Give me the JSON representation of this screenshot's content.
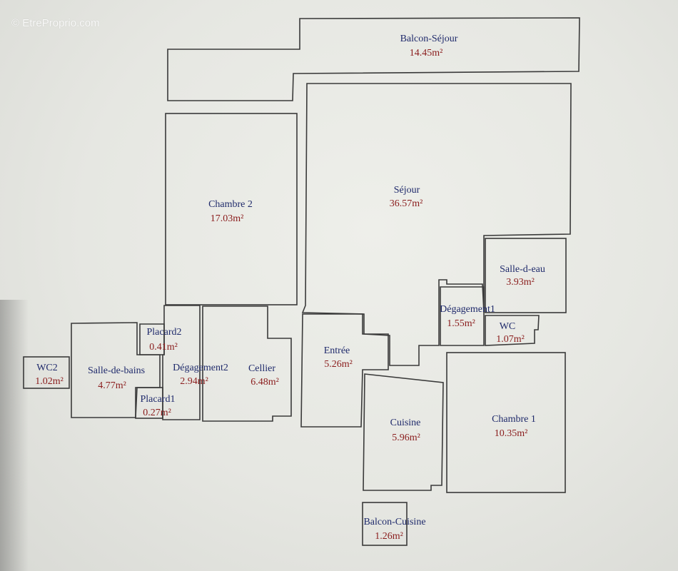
{
  "watermark": "© EtreProprio.com",
  "colors": {
    "background": "#e6e7e2",
    "wall": "#3a3a3a",
    "room_name": "#1f2a6b",
    "room_area": "#8a1c1c"
  },
  "rooms": {
    "balcon_sejour": {
      "name": "Balcon-Séjour",
      "area": "14.45m²"
    },
    "sejour": {
      "name": "Séjour",
      "area": "36.57m²"
    },
    "chambre2": {
      "name": "Chambre 2",
      "area": "17.03m²"
    },
    "salle_d_eau": {
      "name": "Salle-d-eau",
      "area": "3.93m²"
    },
    "degagement1": {
      "name": "Dégagement1",
      "area": "1.55m²"
    },
    "wc": {
      "name": "WC",
      "area": "1.07m²"
    },
    "placard2": {
      "name": "Placard2",
      "area": "0.41m²"
    },
    "wc2": {
      "name": "WC2",
      "area": "1.02m²"
    },
    "salle_de_bains": {
      "name": "Salle-de-bains",
      "area": "4.77m²"
    },
    "degagement2": {
      "name": "Dégagement2",
      "area": "2.94m²"
    },
    "cellier": {
      "name": "Cellier",
      "area": "6.48m²"
    },
    "entree": {
      "name": "Entrée",
      "area": "5.26m²"
    },
    "placard1": {
      "name": "Placard1",
      "area": "0.27m²"
    },
    "cuisine": {
      "name": "Cuisine",
      "area": "5.96m²"
    },
    "chambre1": {
      "name": "Chambre 1",
      "area": "10.35m²"
    },
    "balcon_cuisine": {
      "name": "Balcon-Cuisine",
      "area": "1.26m²"
    }
  }
}
